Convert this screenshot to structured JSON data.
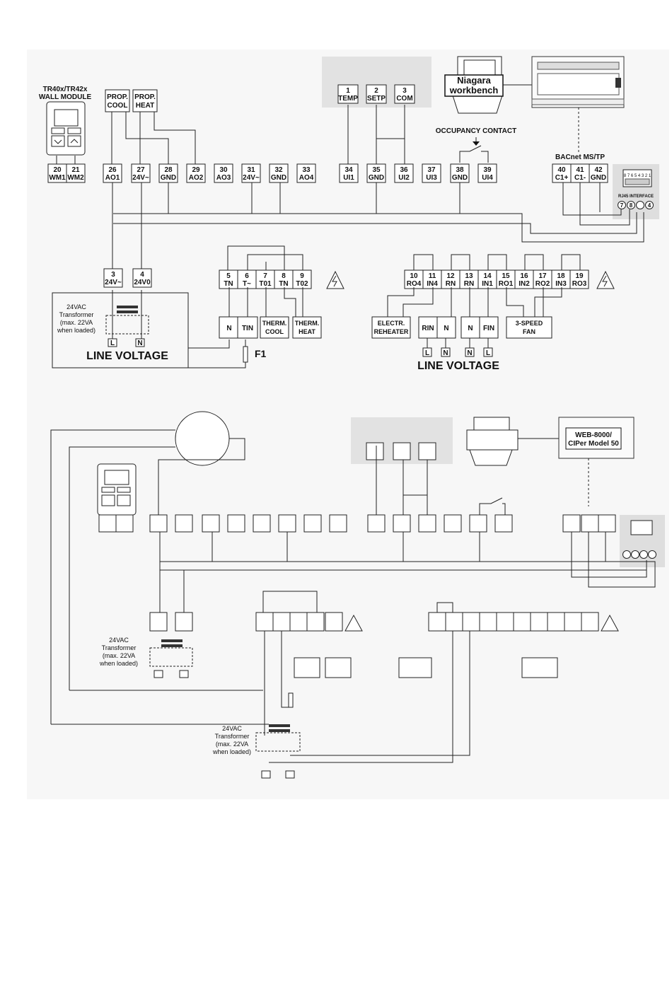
{
  "upper": {
    "wall_module": {
      "title_line1": "TR40x/TR42x",
      "title_line2": "WALL MODULE"
    },
    "prop_cool": {
      "line1": "PROP.",
      "line2": "COOL"
    },
    "prop_heat": {
      "line1": "PROP.",
      "line2": "HEAT"
    },
    "sensors": [
      {
        "num": "1",
        "name": "TEMP"
      },
      {
        "num": "2",
        "name": "SETP"
      },
      {
        "num": "3",
        "name": "COM"
      }
    ],
    "niagara": {
      "line1": "Niagara",
      "line2": "workbench"
    },
    "occupancy_contact": "OCCUPANCY CONTACT",
    "bacnet": "BACnet MS/TP",
    "rj45_pins": "8 7 6 5 4 3 2 1",
    "rj45_label": "RJ45 INTERFACE",
    "rj45_circles": [
      "7",
      "8",
      "",
      "4"
    ],
    "top_terminals": [
      {
        "num": "20",
        "name": "WM1"
      },
      {
        "num": "21",
        "name": "WM2"
      },
      {
        "num": "26",
        "name": "AO1"
      },
      {
        "num": "27",
        "name": "24V~"
      },
      {
        "num": "28",
        "name": "GND"
      },
      {
        "num": "29",
        "name": "AO2"
      },
      {
        "num": "30",
        "name": "AO3"
      },
      {
        "num": "31",
        "name": "24V~"
      },
      {
        "num": "32",
        "name": "GND"
      },
      {
        "num": "33",
        "name": "AO4"
      },
      {
        "num": "34",
        "name": "UI1"
      },
      {
        "num": "35",
        "name": "GND"
      },
      {
        "num": "36",
        "name": "UI2"
      },
      {
        "num": "37",
        "name": "UI3"
      },
      {
        "num": "38",
        "name": "GND"
      },
      {
        "num": "39",
        "name": "UI4"
      },
      {
        "num": "40",
        "name": "C1+"
      },
      {
        "num": "41",
        "name": "C1-"
      },
      {
        "num": "42",
        "name": "GND"
      }
    ],
    "power_terminals": [
      {
        "num": "3",
        "name": "24V~"
      },
      {
        "num": "4",
        "name": "24V0"
      }
    ],
    "mid_terminals": [
      {
        "num": "5",
        "name": "TN"
      },
      {
        "num": "6",
        "name": "T~"
      },
      {
        "num": "7",
        "name": "T01"
      },
      {
        "num": "8",
        "name": "TN"
      },
      {
        "num": "9",
        "name": "T02"
      }
    ],
    "relay_terminals": [
      {
        "num": "10",
        "name": "RO4"
      },
      {
        "num": "11",
        "name": "IN4"
      },
      {
        "num": "12",
        "name": "RN"
      },
      {
        "num": "13",
        "name": "RN"
      },
      {
        "num": "14",
        "name": "IN1"
      },
      {
        "num": "15",
        "name": "RO1"
      },
      {
        "num": "16",
        "name": "IN2"
      },
      {
        "num": "17",
        "name": "RO2"
      },
      {
        "num": "18",
        "name": "IN3"
      },
      {
        "num": "19",
        "name": "RO3"
      }
    ],
    "transformer": {
      "line1": "24VAC",
      "line2": "Transformer",
      "line3": "(max. 22VA",
      "line4": "when loaded)"
    },
    "tr_L": "L",
    "tr_N": "N",
    "line_voltage": "LINE VOLTAGE",
    "fuse": "F1",
    "n_box": "N",
    "tin_box": "TIN",
    "therm_cool": {
      "line1": "THERM.",
      "line2": "COOL"
    },
    "therm_heat": {
      "line1": "THERM.",
      "line2": "HEAT"
    },
    "electr_reheater": {
      "line1": "ELECTR.",
      "line2": "REHEATER"
    },
    "rin_box": "RIN",
    "rn_box": "N",
    "n2_box": "N",
    "fin_box": "FIN",
    "speed_fan": {
      "line1": "3-SPEED",
      "line2": "FAN"
    },
    "bottom_LN": [
      "L",
      "N",
      "N",
      "L"
    ],
    "line_voltage2": "LINE VOLTAGE"
  },
  "lower": {
    "transformer1": {
      "line1": "24VAC",
      "line2": "Transformer",
      "line3": "(max. 22VA",
      "line4": "when loaded)"
    },
    "transformer2": {
      "line1": "24VAC",
      "line2": "Transformer",
      "line3": "(max. 22VA",
      "line4": "when loaded)"
    },
    "web": {
      "line1": "WEB-8000/",
      "line2": "CIPer Model 50"
    }
  }
}
